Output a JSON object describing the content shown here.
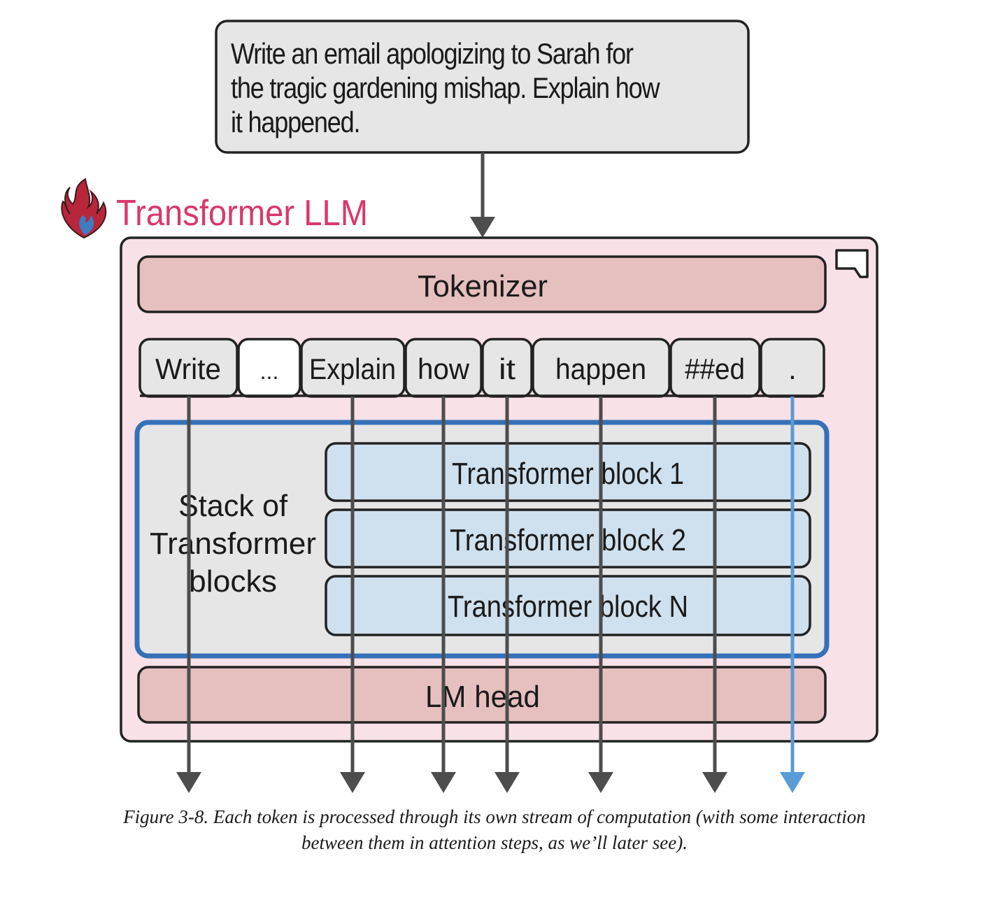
{
  "prompt": {
    "text": "Write an email apologizing to Sarah for the tragic gardening mishap. Explain how it happened."
  },
  "model": {
    "title": "Transformer LLM",
    "logo_icon": "flame-logo-icon",
    "tokenizer_label": "Tokenizer",
    "tokens": [
      "Write",
      "...",
      "Explain",
      "how",
      "it",
      "happen",
      "##ed",
      "."
    ],
    "stack_label_lines": [
      "Stack of",
      "Transformer",
      "blocks"
    ],
    "blocks": [
      "Transformer block 1",
      "Transformer block 2",
      "Transformer block N"
    ],
    "lm_head_label": "LM head"
  },
  "caption": {
    "line1": "Figure 3-8. Each token is processed through its own stream of computation (with some interaction",
    "line2": "between them in attention steps, as we’ll later see)."
  },
  "colors": {
    "title": "#d9386b",
    "model_fill": "#f8e1e7",
    "pink_box": "#e6bfbf",
    "token_fill": "#e6e6e6",
    "stack_border": "#3571b8",
    "block_fill": "#cfe0ee",
    "arrow": "#4d4d4d",
    "highlight_arrow": "#5b9bd5"
  }
}
